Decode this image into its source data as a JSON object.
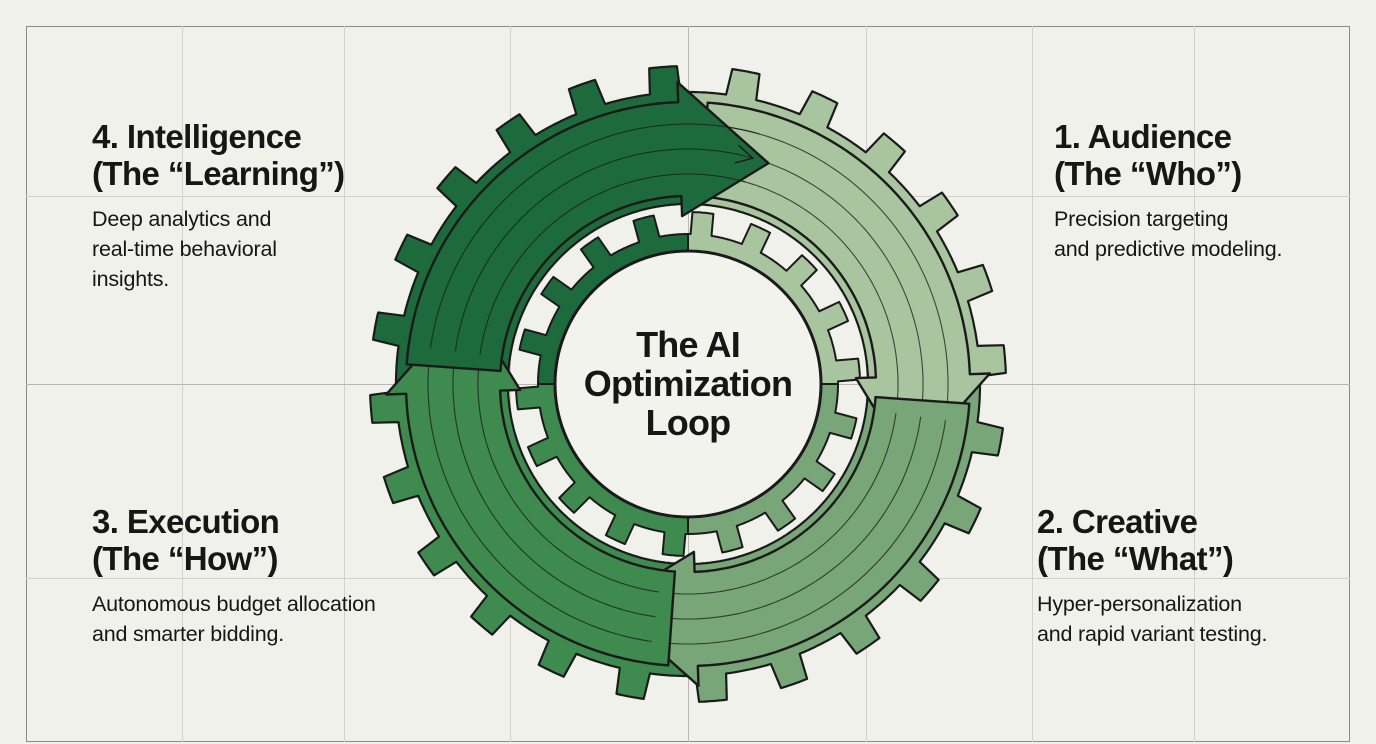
{
  "center": {
    "line1": "The AI",
    "line2": "Optimization",
    "line3": "Loop"
  },
  "stages": {
    "audience": {
      "title_line1": "1. Audience",
      "title_line2": "(The “Who”)",
      "desc_line1": "Precision targeting",
      "desc_line2": "and predictive modeling."
    },
    "creative": {
      "title_line1": "2. Creative",
      "title_line2": "(The “What”)",
      "desc_line1": "Hyper-personalization",
      "desc_line2": "and rapid variant testing."
    },
    "execution": {
      "title_line1": "3. Execution",
      "title_line2": "(The “How”)",
      "desc_line1": "Autonomous budget allocation",
      "desc_line2": "and smarter bidding."
    },
    "intelligence": {
      "title_line1": "4. Intelligence",
      "title_line2": "(The “Learning”)",
      "desc_line1": "Deep analytics and",
      "desc_line2": "real-time behavioral",
      "desc_line3": "insights."
    }
  },
  "colors": {
    "background": "#f1f1ec",
    "stage_1": "#a9c59f",
    "stage_2": "#78a678",
    "stage_3": "#3e8a4f",
    "stage_4": "#1d6b3c",
    "outline": "#1a1a1a"
  }
}
